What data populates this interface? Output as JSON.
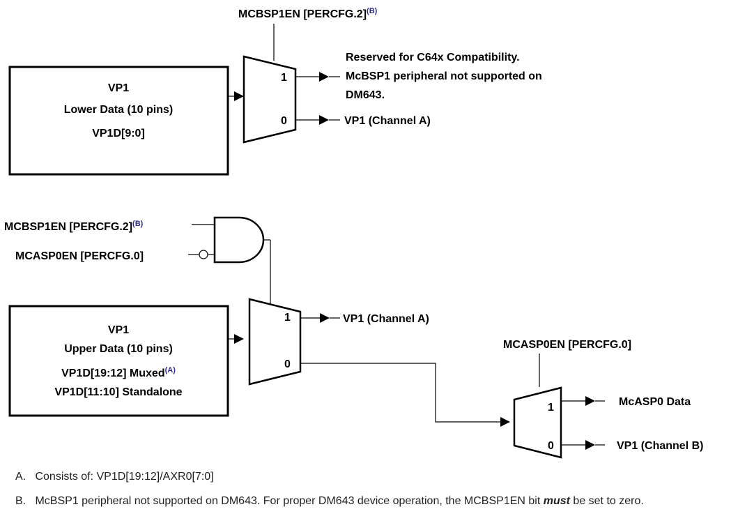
{
  "top_select": {
    "signal": "MCBSP1EN [PERCFG.2]",
    "ref": "(B)"
  },
  "box1": {
    "title": "VP1",
    "line1": "Lower Data (10 pins)",
    "line2": "VP1D[9:0]"
  },
  "mux1": {
    "in1": "1",
    "in0": "0"
  },
  "out1_reserved": [
    "Reserved for C64x Compatibility.",
    "McBSP1 peripheral not supported on",
    "DM643."
  ],
  "out1_ch": "VP1 (Channel A)",
  "gate": {
    "in_a": "MCBSP1EN [PERCFG.2]",
    "in_a_ref": "(B)",
    "in_b": "MCASP0EN [PERCFG.0]"
  },
  "box2": {
    "title": "VP1",
    "line1": "Upper Data (10 pins)",
    "line2": "VP1D[19:12] Muxed",
    "line2_ref": "(A)",
    "line3": "VP1D[11:10] Standalone"
  },
  "mux2": {
    "in1": "1",
    "in0": "0"
  },
  "out2_ch": "VP1 (Channel A)",
  "mux3": {
    "select": "MCASP0EN [PERCFG.0]",
    "in1": "1",
    "in0": "0"
  },
  "out3_1": "McASP0 Data",
  "out3_0": "VP1 (Channel B)",
  "notes": {
    "a_marker": "A.",
    "a_text": "Consists of: VP1D[19:12]/AXR0[7:0]",
    "b_marker": "B.",
    "b_pre": "McBSP1 peripheral not supported on DM643. For proper DM643 device operation, the MCBSP1EN bit ",
    "b_emph": "must",
    "b_post": " be set to zero."
  }
}
